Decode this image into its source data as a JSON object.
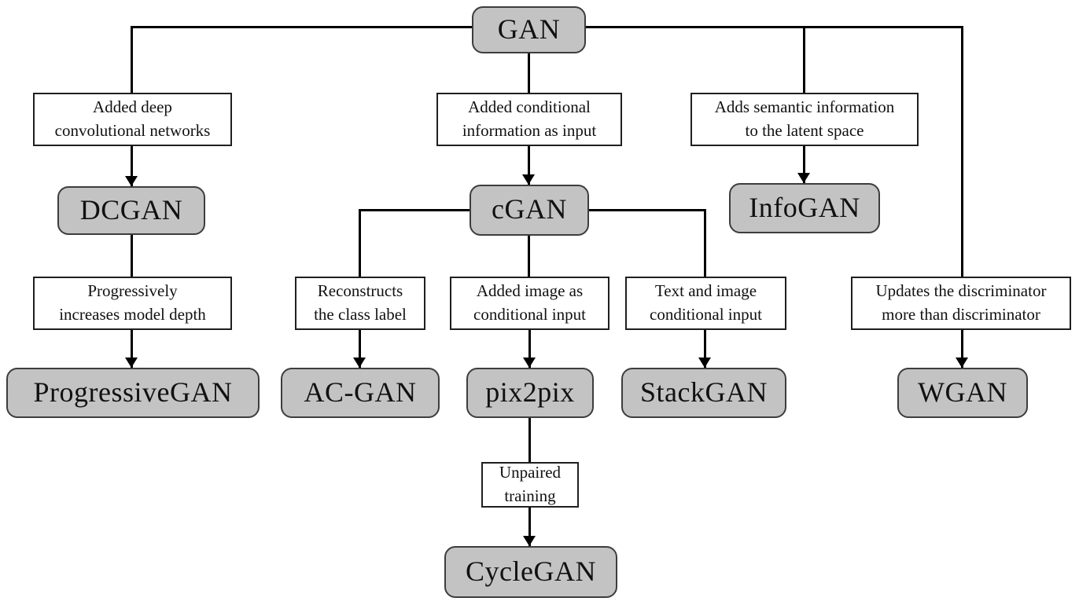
{
  "diagram": {
    "type": "flowchart",
    "description": "GAN variants family tree",
    "colors": {
      "node_fill": "#c3c3c3",
      "node_border": "#3d3d3d",
      "label_fill": "#ffffff",
      "label_border": "#1f1f1f",
      "line": "#000000",
      "background": "#ffffff"
    },
    "nodes": {
      "gan": "GAN",
      "dcgan": "DCGAN",
      "cgan": "cGAN",
      "infogan": "InfoGAN",
      "progressivegan": "ProgressiveGAN",
      "acgan": "AC-GAN",
      "pix2pix": "pix2pix",
      "stackgan": "StackGAN",
      "wgan": "WGAN",
      "cyclegan": "CycleGAN"
    },
    "edge_labels": {
      "deep_conv": [
        "Added deep",
        "convolutional networks"
      ],
      "cond_info": [
        "Added conditional",
        "information as input"
      ],
      "semantic": [
        "Adds semantic information",
        "to the latent space"
      ],
      "progressively": [
        "Progressively",
        "increases model depth"
      ],
      "reconstructs": [
        "Reconstructs",
        "the class label"
      ],
      "added_image": [
        "Added image as",
        "conditional input"
      ],
      "text_image": [
        "Text and image",
        "conditional input"
      ],
      "updates": [
        "Updates the discriminator",
        "more than discriminator"
      ],
      "unpaired": [
        "Unpaired",
        "training"
      ]
    },
    "edges": [
      {
        "from": "gan",
        "to": "dcgan",
        "label": "deep_conv"
      },
      {
        "from": "gan",
        "to": "cgan",
        "label": "cond_info"
      },
      {
        "from": "gan",
        "to": "infogan",
        "label": "semantic"
      },
      {
        "from": "gan",
        "to": "wgan",
        "label": "updates"
      },
      {
        "from": "dcgan",
        "to": "progressivegan",
        "label": "progressively"
      },
      {
        "from": "cgan",
        "to": "acgan",
        "label": "reconstructs"
      },
      {
        "from": "cgan",
        "to": "pix2pix",
        "label": "added_image"
      },
      {
        "from": "cgan",
        "to": "stackgan",
        "label": "text_image"
      },
      {
        "from": "pix2pix",
        "to": "cyclegan",
        "label": "unpaired"
      }
    ]
  }
}
